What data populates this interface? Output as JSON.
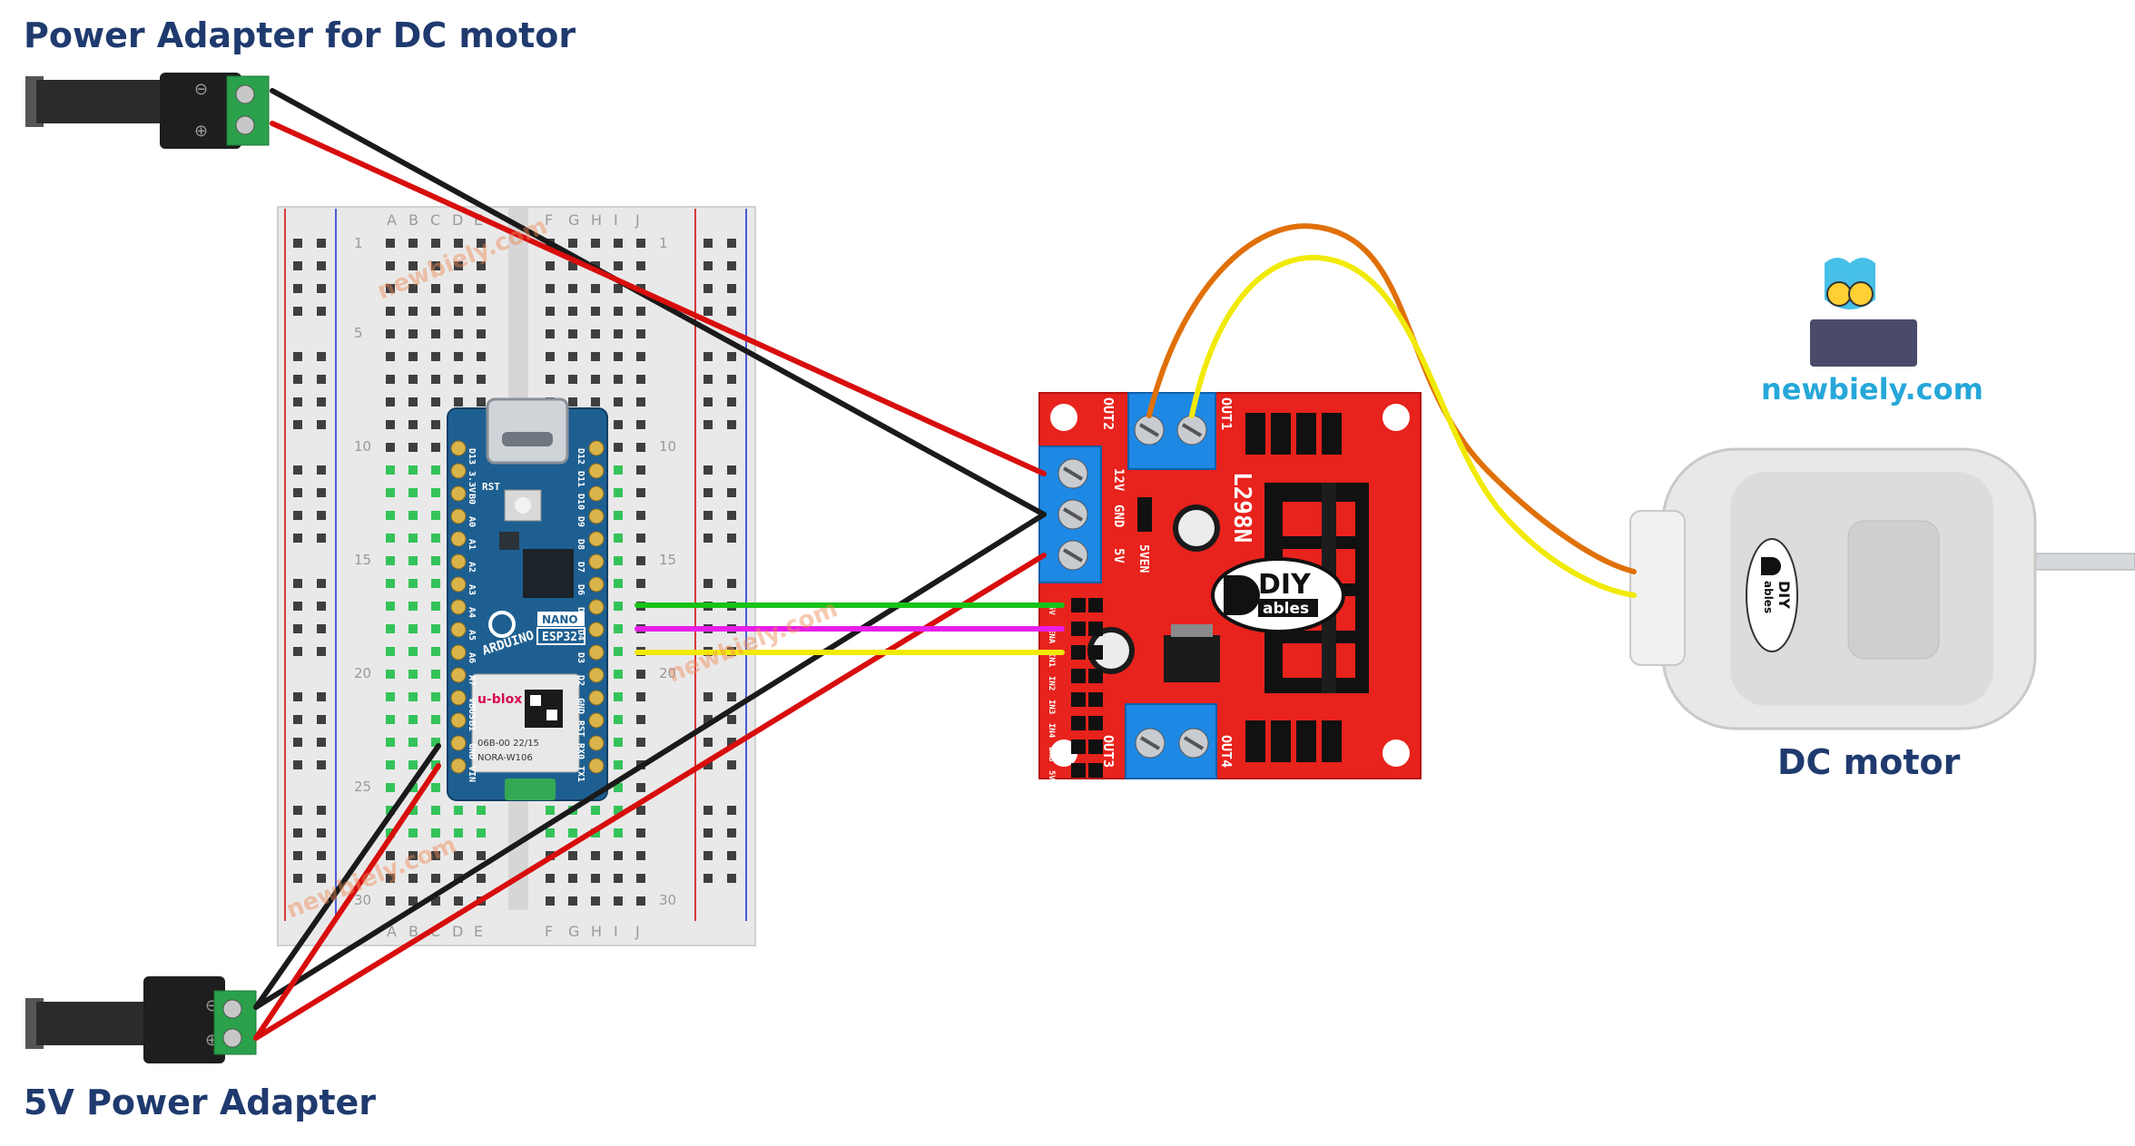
{
  "labels": {
    "motor_adapter": "Power Adapter for DC motor",
    "logic_adapter": "5V Power Adapter",
    "dc_motor": "DC motor",
    "brand": "newbiely.com",
    "watermark": "newbiely.com"
  },
  "breadboard": {
    "columns_left": [
      "A",
      "B",
      "C",
      "D",
      "E"
    ],
    "columns_right": [
      "F",
      "G",
      "H",
      "I",
      "J"
    ],
    "row_numbers": [
      "1",
      "5",
      "10",
      "15",
      "20",
      "25",
      "30"
    ]
  },
  "esp32": {
    "brand": "ARDUINO",
    "model_top": "NANO",
    "model": "ESP32",
    "module_brand": "u-blox",
    "module_code": "06B-00 22/15",
    "module_name": "NORA-W106",
    "reset_label": "RST",
    "pins_left": [
      "D13",
      "3.3V",
      "B0",
      "A0",
      "A1",
      "A2",
      "A3",
      "A4",
      "A5",
      "A6",
      "A7",
      "VBUS",
      "B1",
      "GND",
      "VIN"
    ],
    "pins_right": [
      "D12",
      "D11",
      "D10",
      "D9",
      "D8",
      "D7",
      "D6",
      "D5",
      "D4",
      "D3",
      "D2",
      "GND",
      "RST",
      "RX0",
      "TX1"
    ]
  },
  "driver": {
    "chip": "L298N",
    "out1": "OUT1",
    "out2": "OUT2",
    "out3": "OUT3",
    "out4": "OUT4",
    "power_terms": [
      "12V",
      "GND",
      "5V"
    ],
    "enable": "5VEN",
    "logo_main": "DIY",
    "logo_sub": "ables",
    "pins_a": [
      "5V",
      "ENA",
      "IN1",
      "IN2",
      "IN3",
      "IN4",
      "ENB",
      "5V"
    ]
  },
  "motor": {
    "logo_main": "DIY",
    "logo_sub": "ables"
  },
  "colors": {
    "title": "#1f3a6e",
    "driver_board": "#e8221c",
    "terminal_block": "#1e88e5",
    "arduino_board": "#1e5f91",
    "wire_red": "#d80d0d",
    "wire_black": "#1a1a1a",
    "wire_green": "#19c219",
    "wire_magenta": "#e81ee8",
    "wire_yellow": "#f1ea07",
    "wire_orange": "#e07008",
    "brand": "#26a7d9"
  }
}
